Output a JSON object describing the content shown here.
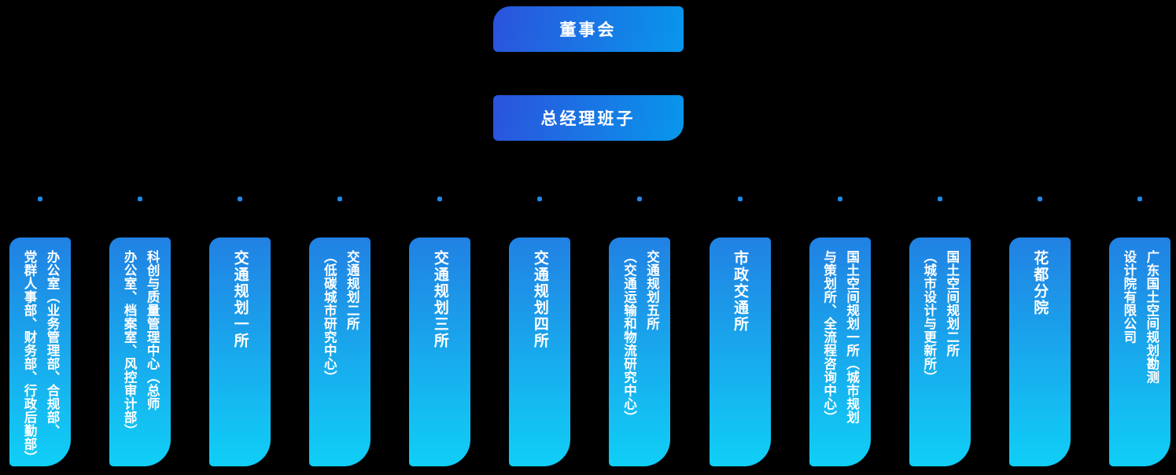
{
  "colors": {
    "background": "#000000",
    "header_gradient_start": "#2b53dc",
    "header_gradient_end": "#0897ec",
    "column_gradient_start": "#2181e3",
    "column_gradient_end": "#10cff6",
    "dot": "#1e88e8",
    "text": "#ffffff"
  },
  "top_boxes": [
    {
      "label": "董事会"
    },
    {
      "label": "总经理班子"
    }
  ],
  "departments": [
    {
      "lines": [
        "办公室（业务管理部、合规部、",
        "党群人事部、财务部、行政后勤部）"
      ]
    },
    {
      "lines": [
        "科创与质量管理中心（总师",
        "办公室、档案室、风控审计部）"
      ]
    },
    {
      "lines": [
        "交通规划一所"
      ]
    },
    {
      "lines": [
        "交通规划二所",
        "（低碳城市研究中心）"
      ]
    },
    {
      "lines": [
        "交通规划三所"
      ]
    },
    {
      "lines": [
        "交通规划四所"
      ]
    },
    {
      "lines": [
        "交通规划五所",
        "（交通运输和物流研究中心）"
      ]
    },
    {
      "lines": [
        "市政交通所"
      ]
    },
    {
      "lines": [
        "国土空间规划一所（城市规划",
        "与策划所、全流程咨询中心）"
      ]
    },
    {
      "lines": [
        "国土空间规划二所",
        "（城市设计与更新所）"
      ]
    },
    {
      "lines": [
        "花都分院"
      ]
    },
    {
      "lines": [
        "广东国土空间规划勘测",
        "设计院有限公司"
      ]
    }
  ]
}
